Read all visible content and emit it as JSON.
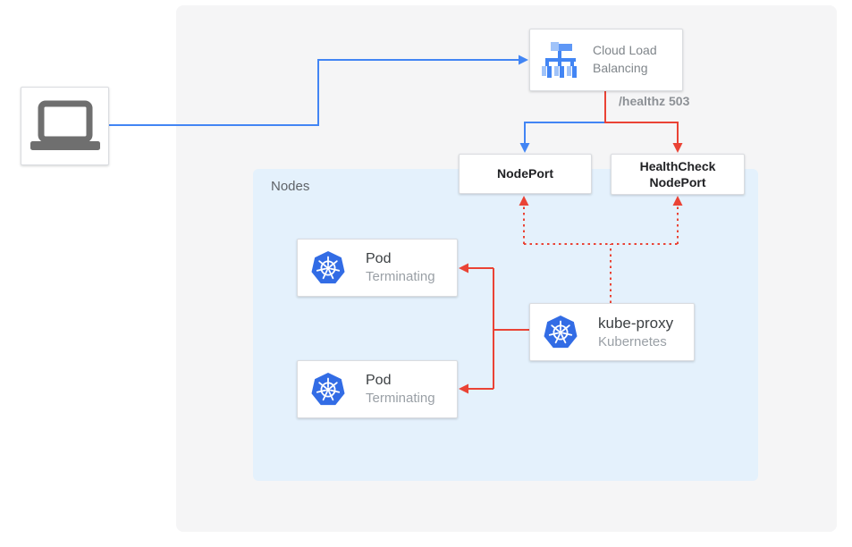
{
  "region": {
    "label": "Nodes"
  },
  "boxes": {
    "clb": {
      "line1": "Cloud Load",
      "line2": "Balancing"
    },
    "nodeport": {
      "label": "NodePort"
    },
    "healthcheck": {
      "line1": "HealthCheck",
      "line2": "NodePort"
    },
    "pod1": {
      "title": "Pod",
      "status": "Terminating"
    },
    "pod2": {
      "title": "Pod",
      "status": "Terminating"
    },
    "kubeproxy": {
      "title": "kube-proxy",
      "subtitle": "Kubernetes"
    }
  },
  "edge_labels": {
    "healthz": "/healthz 503"
  },
  "icons": {
    "laptop": "laptop-icon",
    "cloud_load_balancing": "cloud-load-balancing-icon",
    "kubernetes": "kubernetes-icon"
  },
  "colors": {
    "traffic_blue": "#4285f4",
    "health_red": "#ea4335",
    "kubernetes_blue": "#326ce5",
    "laptop_gray": "#6f6f6f",
    "nodes_region_bg": "#e4f1fc",
    "panel_bg": "#f5f5f6",
    "box_border": "#dadce0",
    "text_primary": "#3c4043",
    "text_secondary": "#9aa0a6",
    "edge_label_gray": "#8d9196"
  }
}
